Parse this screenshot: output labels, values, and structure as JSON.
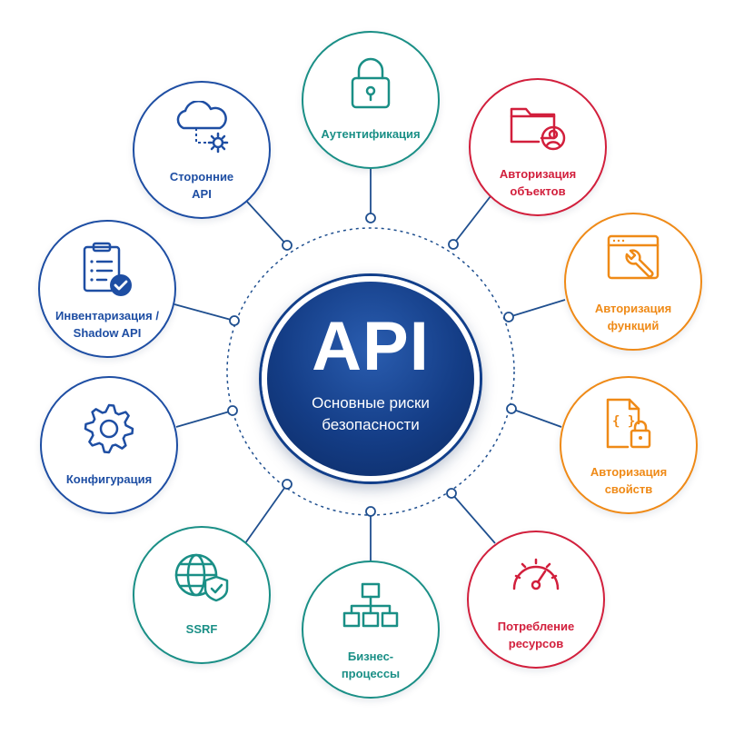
{
  "center": {
    "title": "API",
    "subtitle_line1": "Основные риски",
    "subtitle_line2": "безопасности"
  },
  "colors": {
    "blue": "#1e4ea3",
    "teal": "#1a8f86",
    "red": "#d21f3c",
    "orange": "#ef8a17",
    "connector": "#1f4f8f"
  },
  "risks": [
    {
      "id": "auth",
      "line1": "Аутентификация",
      "line2": "",
      "icon": "lock-icon",
      "color": "teal"
    },
    {
      "id": "object-auth",
      "line1": "Авторизация",
      "line2": "объектов",
      "icon": "folder-user-icon",
      "color": "red"
    },
    {
      "id": "function-auth",
      "line1": "Авторизация",
      "line2": "функций",
      "icon": "browser-wrench-icon",
      "color": "orange"
    },
    {
      "id": "property-auth",
      "line1": "Авторизация",
      "line2": "свойств",
      "icon": "code-file-lock-icon",
      "color": "orange"
    },
    {
      "id": "resources",
      "line1": "Потребление",
      "line2": "ресурсов",
      "icon": "gauge-icon",
      "color": "red"
    },
    {
      "id": "business",
      "line1": "Бизнес-",
      "line2": "процессы",
      "icon": "flowchart-icon",
      "color": "teal"
    },
    {
      "id": "ssrf",
      "line1": "SSRF",
      "line2": "",
      "icon": "globe-shield-icon",
      "color": "teal"
    },
    {
      "id": "config",
      "line1": "Конфигурация",
      "line2": "",
      "icon": "gear-icon",
      "color": "blue"
    },
    {
      "id": "inventory",
      "line1": "Инвентаризация /",
      "line2": "Shadow API",
      "icon": "clipboard-check-icon",
      "color": "blue"
    },
    {
      "id": "third-party",
      "line1": "Сторонние",
      "line2": "API",
      "icon": "cloud-gear-icon",
      "color": "blue"
    }
  ]
}
